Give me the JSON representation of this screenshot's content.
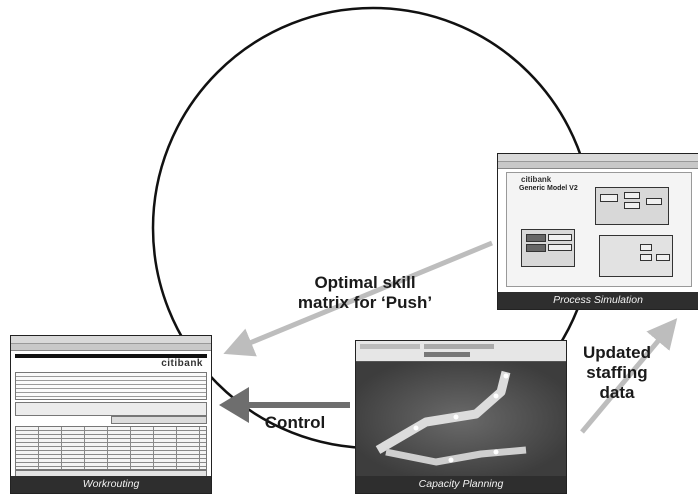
{
  "labels": {
    "skill_matrix": [
      "Optimal skill",
      "matrix for ‘Push’"
    ],
    "control": "Control",
    "staffing": [
      "Updated",
      "staffing",
      "data"
    ]
  },
  "screens": {
    "workrouting": {
      "caption": "Workrouting",
      "logo": "citibank"
    },
    "capacity_planning": {
      "caption": "Capacity Planning"
    },
    "process_simulation": {
      "caption": "Process Simulation",
      "logo": "citibank",
      "model_title": "Generic Model V2"
    }
  },
  "colors": {
    "arrow_light": "#bdbdbd",
    "arrow_dark": "#6e6e6e",
    "circle": "#111111",
    "caption_bar": "#2e2e2e"
  },
  "icons": [
    "arrow-left-icon",
    "arrow-up-right-icon"
  ]
}
